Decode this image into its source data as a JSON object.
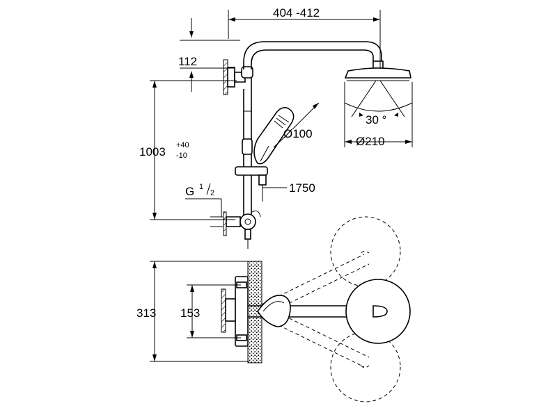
{
  "dimensions": {
    "arm_length": "404 -412",
    "wall_offset": "112",
    "height": "1003",
    "height_tol_plus": "+40",
    "height_tol_minus": "-10",
    "thread_g": "G",
    "thread_num": "1",
    "thread_den": "2",
    "hose_length": "1750",
    "hand_shower_diameter": "Ø100",
    "head_angle": "30 °",
    "head_diameter": "Ø210",
    "overall_depth": "313",
    "mixer_depth": "153"
  }
}
